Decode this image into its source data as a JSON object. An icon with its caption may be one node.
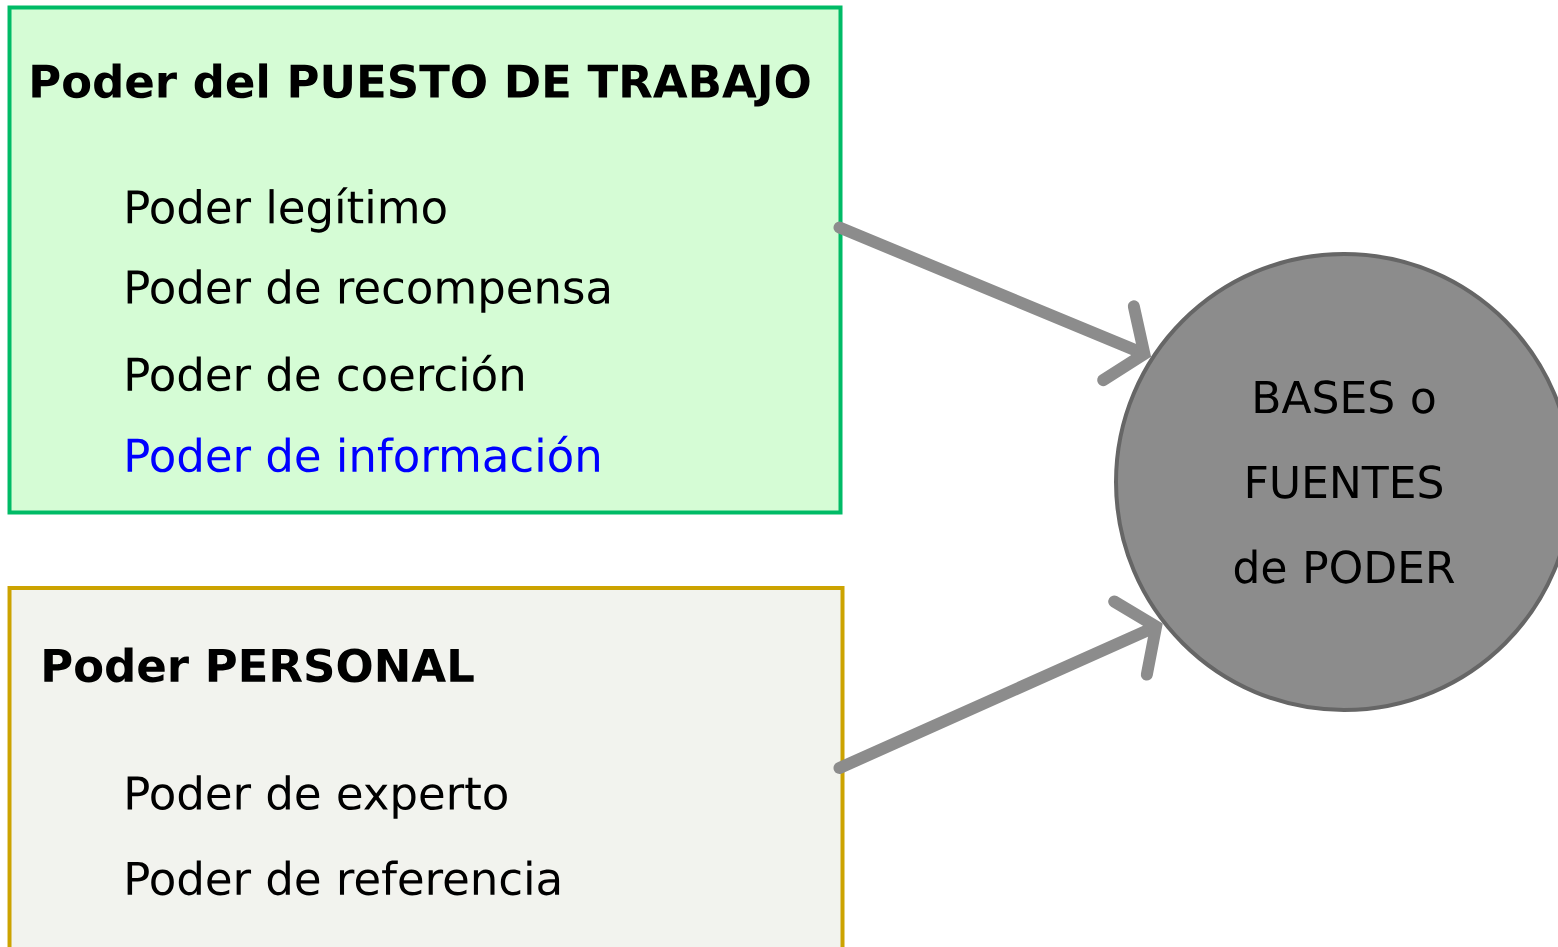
{
  "diagram": {
    "nodes": [
      {
        "text": [
          "Poder del PUESTO DE TRABAJO",
          "Poder legítimo",
          "Poder de recompensa",
          "Poder de coerción",
          "Poder de información"
        ]
      },
      {
        "text": [
          "Poder PERSONAL",
          "Poder de experto",
          "Poder de referencia"
        ]
      },
      {
        "text": [
          "BASES o FUENTES de PODER"
        ]
      }
    ],
    "edges": [
      {
        "from": 0,
        "to": 2,
        "arrow": "to"
      },
      {
        "from": 1,
        "to": 2,
        "arrow": "to"
      }
    ]
  }
}
